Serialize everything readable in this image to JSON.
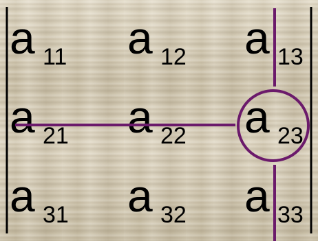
{
  "matrix": {
    "base_symbol": "a",
    "rows": [
      [
        "11",
        "12",
        "13"
      ],
      [
        "21",
        "22",
        "23"
      ],
      [
        "31",
        "32",
        "33"
      ]
    ],
    "highlighted_entry": {
      "row": 2,
      "col": 3
    },
    "colors": {
      "text": "#000000",
      "annotation": "#6b1a6b",
      "background": "#d9d0ba"
    }
  }
}
